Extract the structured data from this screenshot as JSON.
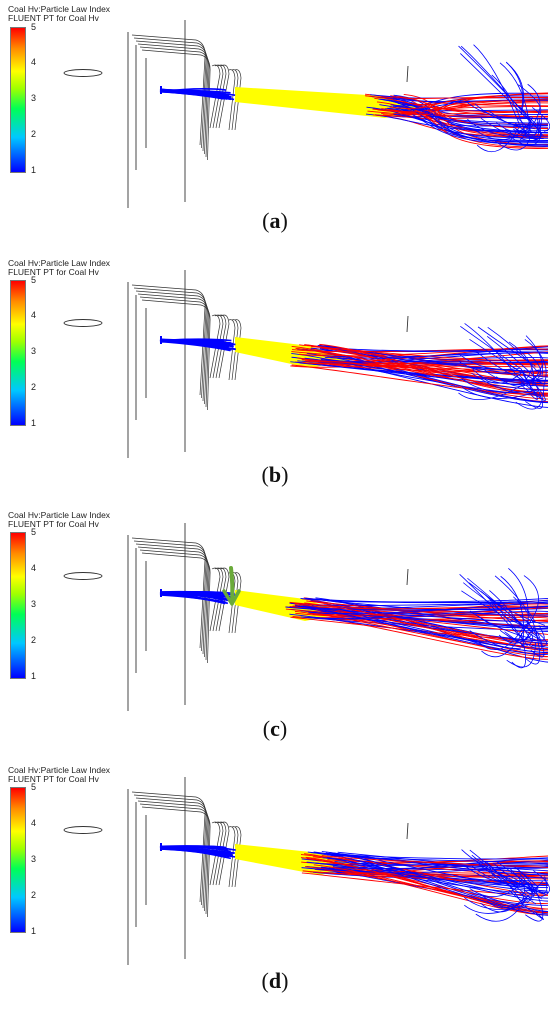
{
  "legend": {
    "title_line1": "Coal Hv:Particle Law Index",
    "title_line2": "FLUENT PT for Coal Hv",
    "ticks": [
      "5",
      "4",
      "3",
      "2",
      "1"
    ]
  },
  "colors": {
    "low": "#0000ff",
    "mid": "#ffff00",
    "high": "#ff0000",
    "geometry": "#333333",
    "arrow": "#6aaa3a"
  },
  "panels": [
    {
      "open": "(",
      "letter": "a",
      "close": ")"
    },
    {
      "open": "(",
      "letter": "b",
      "close": ")"
    },
    {
      "open": "(",
      "letter": "c",
      "close": ")"
    },
    {
      "open": "(",
      "letter": "d",
      "close": ")"
    }
  ]
}
